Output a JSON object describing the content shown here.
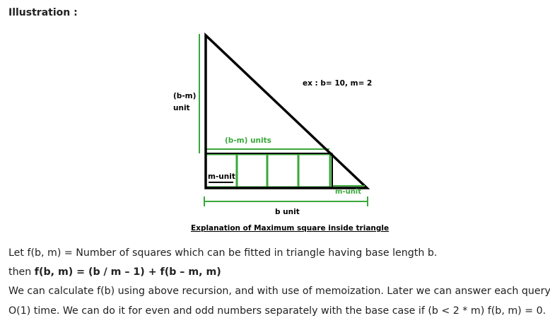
{
  "heading": "Illustration :",
  "figure": {
    "example_label": "ex : b= 10, m= 2",
    "left_label_line1": "(b-m)",
    "left_label_line2": "unit",
    "inner_label": "(b-m) units",
    "cell_label": "m-unit",
    "corner_label": "m-unit",
    "bottom_label": "b unit",
    "caption": "Explanation of Maximum square inside triangle",
    "colors": {
      "triangle": "#000000",
      "green": "#3aa83a",
      "text": "#222222"
    }
  },
  "text": {
    "line1": "Let f(b, m) = Number of squares which can be fitted in triangle having base length b.",
    "line2_prefix": "then ",
    "line2_formula": "f(b, m) = (b / m – 1) + f(b – m, m)",
    "line3": "We can calculate f(b) using above recursion, and with use of memoization. Later we can answer each query in",
    "line4": "O(1) time. We can do it for even and odd numbers separately with the base case if (b < 2 * m) f(b, m) = 0."
  }
}
